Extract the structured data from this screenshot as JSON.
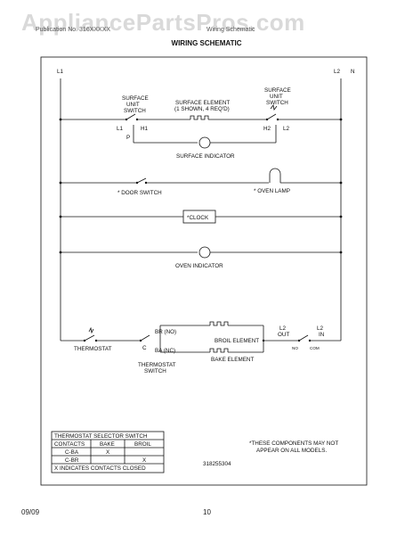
{
  "watermark": "AppliancePartsPros.com",
  "header": {
    "left": "Publication No. 316XXXXX",
    "right": "Wiring Schematic",
    "title": "WIRING SCHEMATIC"
  },
  "rails": {
    "left": "L1",
    "right_l2": "L2",
    "right_n": "N"
  },
  "surface": {
    "left_switch_label": [
      "SURFACE",
      "UNIT",
      "SWITCH"
    ],
    "right_switch_label": [
      "SURFACE",
      "UNIT",
      "SWITCH"
    ],
    "element_label": [
      "SURFACE ELEMENT",
      "(1 SHOWN, 4 REQ'D)"
    ],
    "left_terms": {
      "l1": "L1",
      "h1": "H1",
      "p": "P"
    },
    "right_terms": {
      "h2": "H2",
      "l2": "L2"
    },
    "indicator": "SURFACE INDICATOR"
  },
  "door_switch": "* DOOR SWITCH",
  "oven_lamp": "* OVEN LAMP",
  "clock": "*CLOCK",
  "oven_indicator": "OVEN INDICATOR",
  "thermostat": "THERMOSTAT",
  "thermostat_switch": [
    "THERMOSTAT",
    "SWITCH"
  ],
  "selector_terms": {
    "br": "BR (NO)",
    "c": "C",
    "ba": "BA (NC)"
  },
  "broil_element": "BROIL ELEMENT",
  "bake_element": "BAKE ELEMENT",
  "l2_out": [
    "L2",
    "OUT"
  ],
  "l2_in": [
    "L2",
    "IN"
  ],
  "relay_terms": {
    "no": "NO",
    "com": "COM"
  },
  "table": {
    "title": "THERMOSTAT SELECTOR SWITCH",
    "headers": [
      "CONTACTS",
      "BAKE",
      "BROIL"
    ],
    "rows": [
      [
        "C-BA",
        "X",
        ""
      ],
      [
        "C-BR",
        "",
        "X"
      ]
    ],
    "footnote": "X INDICATES CONTACTS CLOSED"
  },
  "note": [
    "*THESE COMPONENTS MAY NOT",
    "APPEAR ON ALL MODELS."
  ],
  "part_number": "318255304",
  "footer": {
    "date": "09/09",
    "page": "10"
  },
  "colors": {
    "line": "#111111",
    "watermark": "#d9d9d9"
  }
}
